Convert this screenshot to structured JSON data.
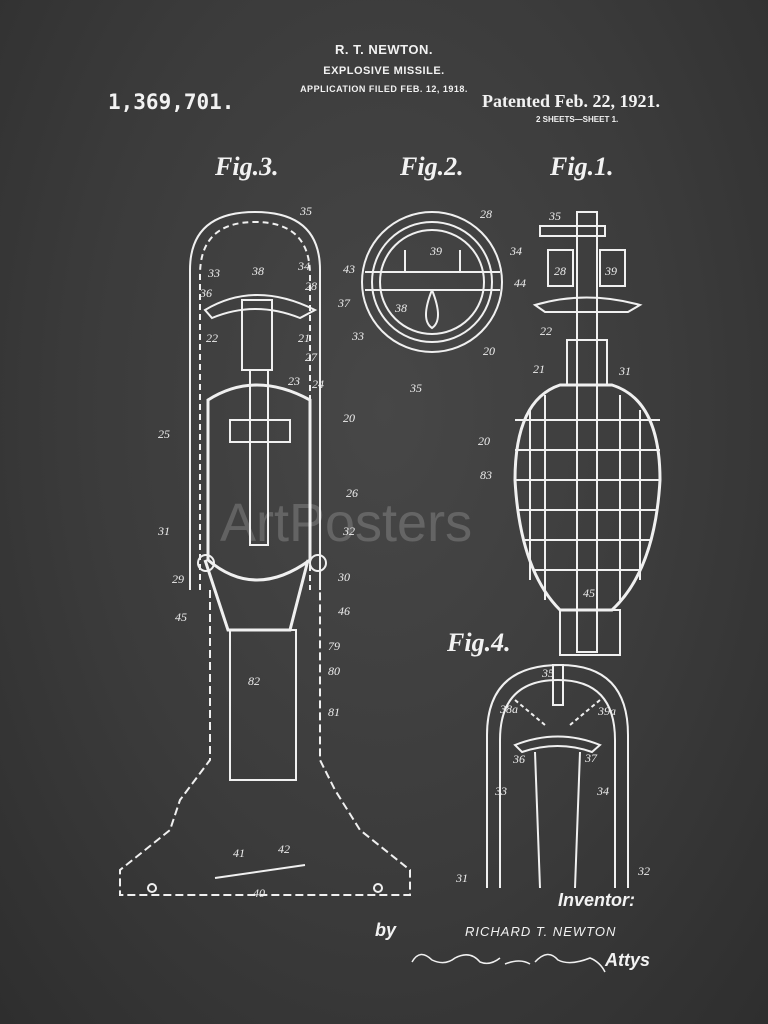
{
  "header": {
    "inventor_short": "R. T. NEWTON.",
    "title": "EXPLOSIVE MISSILE.",
    "application": "APPLICATION FILED FEB. 12, 1918.",
    "patent_number": "1,369,701.",
    "patented": "Patented Feb. 22, 1921.",
    "sheets": "2 SHEETS—SHEET 1."
  },
  "figures": {
    "fig3": {
      "title": "Fig.3.",
      "refs": [
        "35",
        "33",
        "38",
        "34",
        "36",
        "28",
        "37",
        "22",
        "21",
        "27",
        "23",
        "24",
        "20",
        "25",
        "26",
        "31",
        "32",
        "29",
        "30",
        "45",
        "46",
        "79",
        "80",
        "82",
        "81",
        "41",
        "42",
        "40"
      ]
    },
    "fig2": {
      "title": "Fig.2.",
      "refs": [
        "28",
        "39",
        "34",
        "43",
        "44",
        "38",
        "33",
        "20",
        "35"
      ]
    },
    "fig1": {
      "title": "Fig.1.",
      "refs": [
        "35",
        "28",
        "39",
        "22",
        "21",
        "31",
        "20",
        "83",
        "45"
      ]
    },
    "fig4": {
      "title": "Fig.4.",
      "refs": [
        "35",
        "38a",
        "39a",
        "36",
        "37",
        "33",
        "34",
        "31",
        "32"
      ]
    }
  },
  "footer": {
    "inventor_label": "Inventor:",
    "by": "by",
    "inventor_name": "RICHARD T. NEWTON",
    "signature": "Strrrm and Strrrm",
    "attys": "Attys"
  },
  "watermark": "ArtPosters",
  "colors": {
    "background": "#3a3a3a",
    "chalk": "#f2f2f2"
  }
}
